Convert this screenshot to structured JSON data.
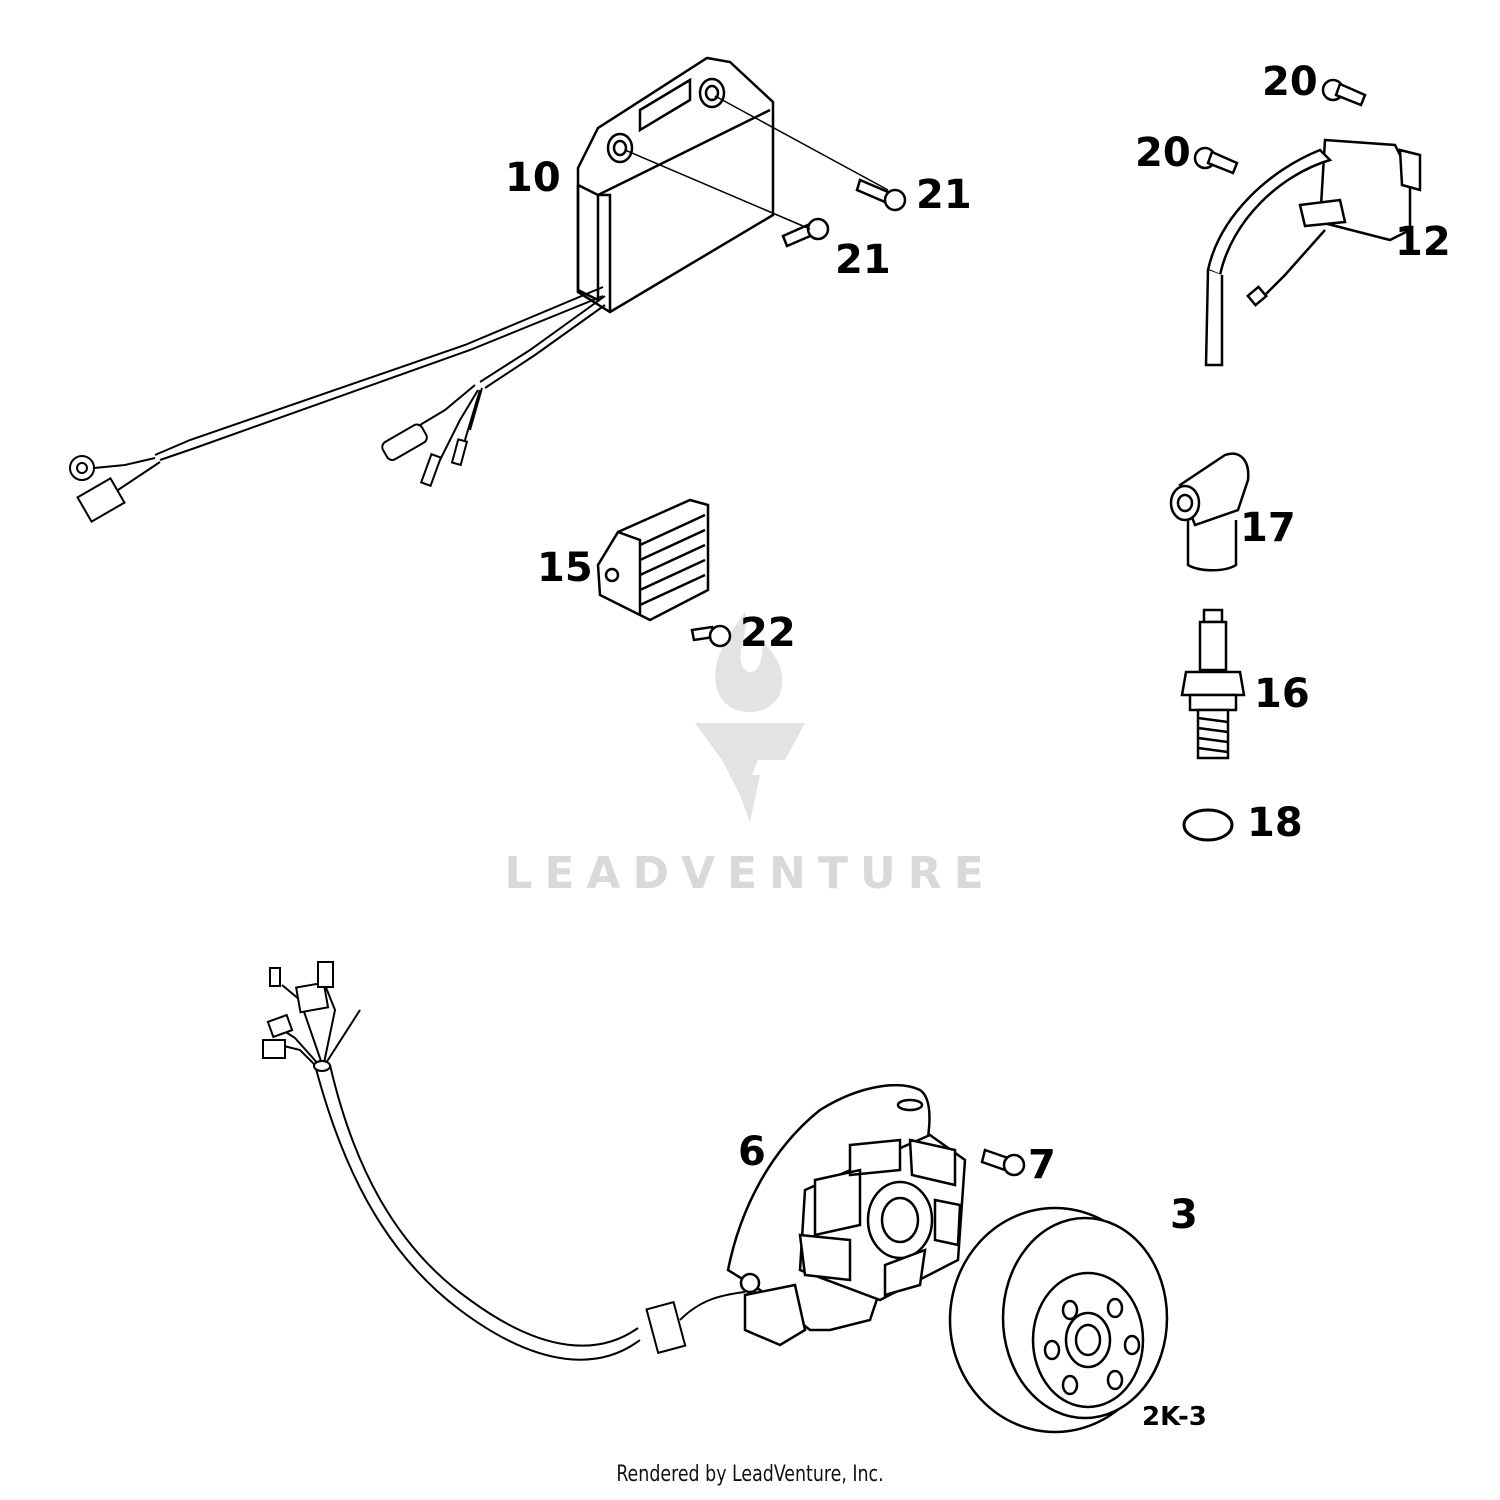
{
  "diagram": {
    "callouts": {
      "c10": "10",
      "c21a": "21",
      "c21b": "21",
      "c20a": "20",
      "c20b": "20",
      "c12": "12",
      "c17": "17",
      "c15": "15",
      "c22": "22",
      "c16": "16",
      "c18": "18",
      "c6": "6",
      "c7": "7",
      "c3": "3"
    },
    "diagram_code": "2K-3"
  },
  "watermark": {
    "brand": "LEADVENTURE",
    "color": "#d9d9d9"
  },
  "footer": {
    "text": "Rendered by LeadVenture, Inc."
  }
}
